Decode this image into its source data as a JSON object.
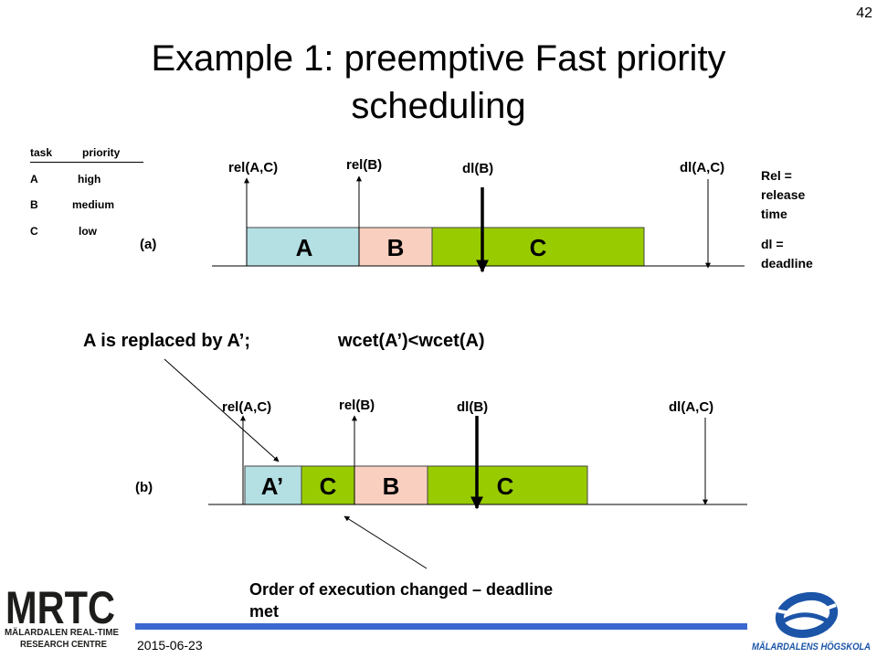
{
  "slide_number": "42",
  "title_line1": "Example 1: preemptive Fast priority",
  "title_line2": "scheduling",
  "priority_table": {
    "header_task": "task",
    "header_priority": "priority",
    "rows": [
      {
        "task": "A",
        "priority": "high"
      },
      {
        "task": "B",
        "priority": "medium"
      },
      {
        "task": "C",
        "priority": "low"
      }
    ]
  },
  "diagram_a": {
    "tag": "(a)",
    "labels": {
      "rel_ac": "rel(A,C)",
      "rel_b": "rel(B)",
      "dl_b": "dl(B)",
      "dl_ac": "dl(A,C)"
    },
    "blocks": [
      "A",
      "B",
      "C"
    ]
  },
  "definitions": {
    "rel_line1": "Rel =",
    "rel_line2": "release",
    "rel_line3": "time",
    "dl_line1": "dl =",
    "dl_line2": "deadline"
  },
  "statement_left": "A is replaced by A’;",
  "statement_right": "wcet(A’)<wcet(A)",
  "diagram_b": {
    "tag": "(b)",
    "labels": {
      "rel_ac": "rel(A,C)",
      "rel_b": "rel(B)",
      "dl_b": "dl(B)",
      "dl_ac": "dl(A,C)"
    },
    "blocks": [
      "A’",
      "C",
      "B",
      "C"
    ]
  },
  "order_line1": "Order of execution changed – deadline",
  "order_line2": "met",
  "date": "2015-06-23",
  "mrtc_logo": {
    "big": "MRTC",
    "line1": "MÄLARDALEN REAL-TIME",
    "line2": "RESEARCH CENTRE"
  },
  "mdh_logo": {
    "text": "MÄLARDALENS HÖGSKOLA"
  },
  "colors": {
    "block_a": "#b4dfe3",
    "block_b": "#f9cfc0",
    "block_c": "#99cc00",
    "footer_bar": "#3b68cf",
    "logo_dark": "#1d1d1b",
    "logo_blue": "#1c55a8"
  }
}
